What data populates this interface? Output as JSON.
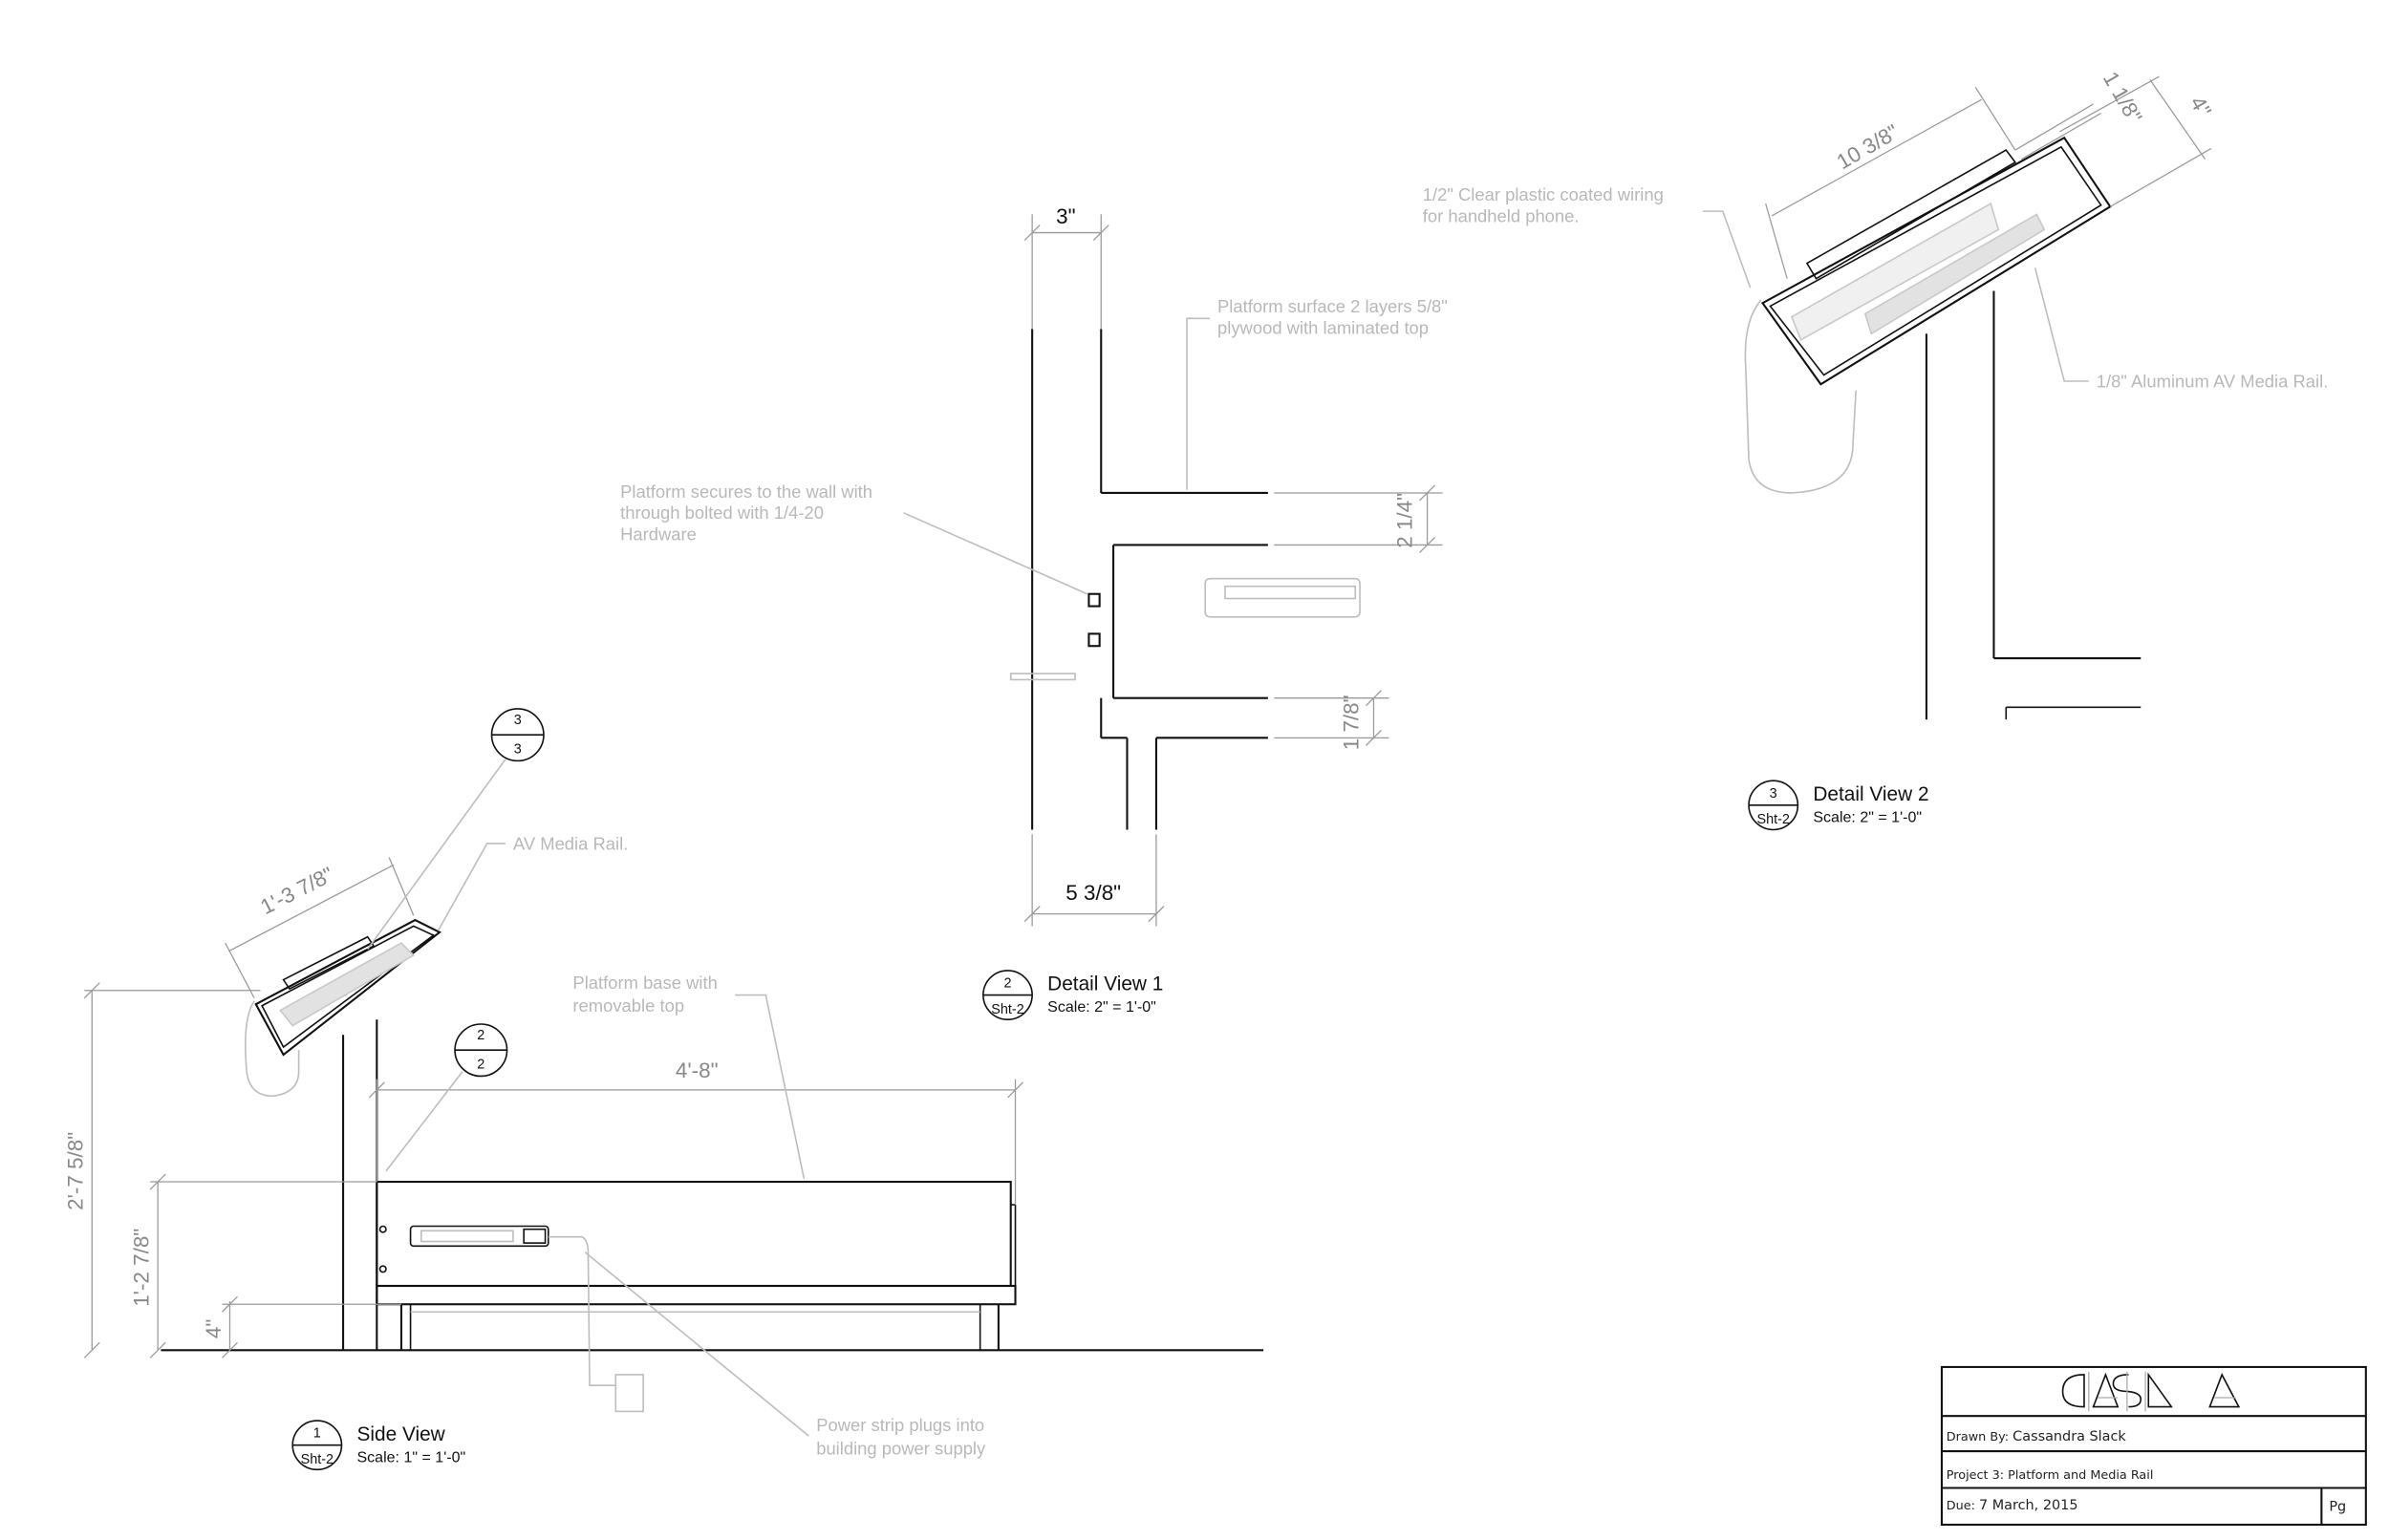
{
  "side_view": {
    "number": "1",
    "sheet": "Sht-2",
    "title": "Side View",
    "scale": "Scale: 1\" = 1'-0\"",
    "dims": {
      "overall_height": "2'-7 5/8\"",
      "platform_height": "1'-2 7/8\"",
      "base_height": "4\"",
      "platform_length": "4'-8\"",
      "rail_length": "1'-3 7/8\""
    },
    "callouts": [
      {
        "top": "3",
        "bottom": "3"
      },
      {
        "top": "2",
        "bottom": "2"
      }
    ],
    "notes": {
      "av_rail": "AV Media Rail.",
      "platform_base": [
        "Platform base with",
        "removable top"
      ],
      "power_strip": [
        "Power strip plugs into",
        "building power supply"
      ]
    }
  },
  "detail_view_1": {
    "number": "2",
    "sheet": "Sht-2",
    "title": "Detail View 1",
    "scale": "Scale: 2\" = 1'-0\"",
    "dims": {
      "wall_thickness": "3\"",
      "overall_width": "5 3/8\"",
      "top_thickness": "2 1/4\"",
      "bottom_thickness": "1 7/8\""
    },
    "notes": {
      "surface": [
        "Platform surface 2 layers 5/8\"",
        "plywood with laminated top"
      ],
      "secures": [
        "Platform secures to the wall with",
        "through bolted with 1/4-20",
        "Hardware"
      ]
    }
  },
  "detail_view_2": {
    "number": "3",
    "sheet": "Sht-2",
    "title": "Detail View 2",
    "scale": "Scale: 2\" = 1'-0\"",
    "dims": {
      "rail_length": "10 3/8\"",
      "lip": "1 1/8\"",
      "depth": "4\""
    },
    "notes": {
      "wiring": [
        "1/2\" Clear plastic coated wiring",
        "for handheld phone."
      ],
      "rail": "1/8\" Aluminum AV Media Rail."
    }
  },
  "title_block": {
    "logo_text": "CASLA",
    "drawn_by_label": "Drawn By:",
    "drawn_by": "Cassandra Slack",
    "project": "Project 3: Platform and Media Rail",
    "due_label": "Due:",
    "due": "7 March, 2015",
    "page_label": "Pg"
  }
}
